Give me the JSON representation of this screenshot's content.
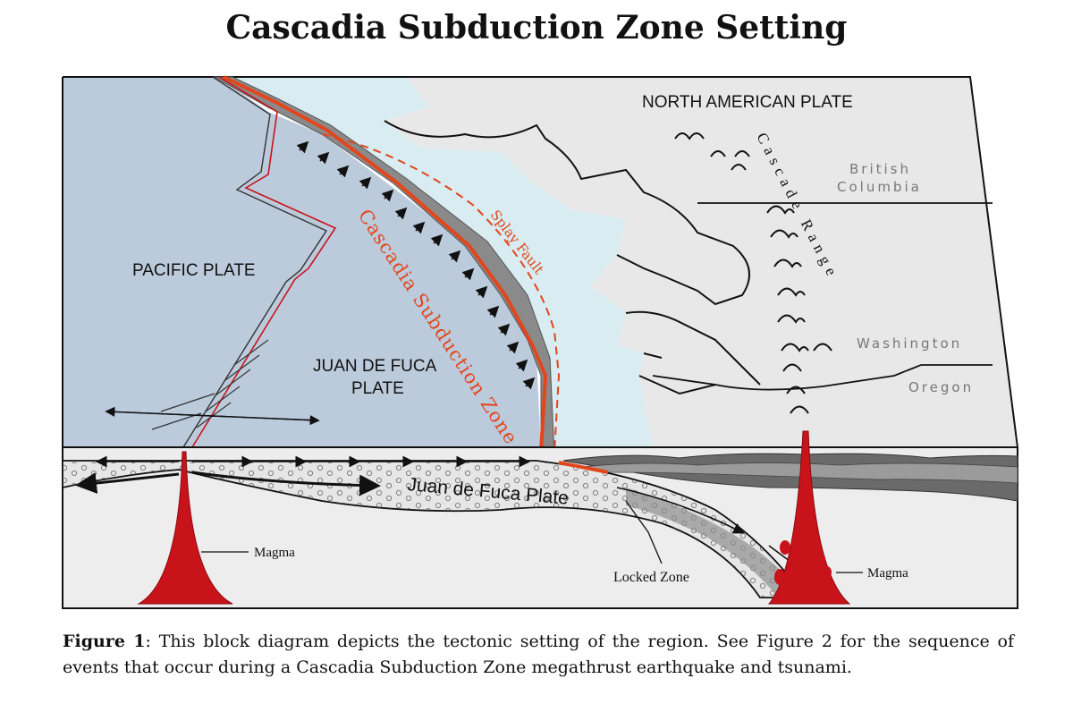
{
  "title": "Cascadia Subduction Zone Setting",
  "labels": {
    "north_american_plate": "NORTH AMERICAN PLATE",
    "pacific_plate": "PACIFIC PLATE",
    "juan_de_fuca_plate_line1": "JUAN DE FUCA",
    "juan_de_fuca_plate_line2": "PLATE",
    "british_columbia_line1": "British",
    "british_columbia_line2": "Columbia",
    "washington": "Washington",
    "oregon": "Oregon",
    "cascade_range": "Cascade Range",
    "splay_fault": "Splay Fault",
    "cascadia_subduction_zone": "Cascadia Subduction Zone",
    "juan_de_fuca_plate_cross_section": "Juan de Fuca Plate",
    "magma_left": "Magma",
    "magma_right": "Magma",
    "locked_zone": "Locked Zone"
  },
  "caption": {
    "lead": "Figure 1",
    "text": ": This block diagram depicts the tectonic setting of the region. See Figure 2 for the sequence of events that occur during a Cascadia Subduction Zone megathrust earthquake and tsunami."
  },
  "colors": {
    "ocean_plate": "#bccbdc",
    "coastal_water": "#d9ecf2",
    "land": "#e8e8e8",
    "trench_line": "#e2461c",
    "magma": "#c8131b",
    "crust_side": "#ededed"
  }
}
